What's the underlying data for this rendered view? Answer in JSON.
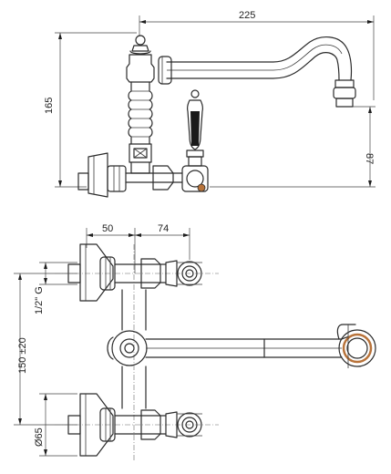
{
  "dimensions": {
    "spout_reach": "225",
    "total_height": "165",
    "spout_height": "87",
    "inlet_offset_left": "50",
    "inlet_offset_right": "74",
    "thread": "1/2\" G",
    "center_distance": "150 ±20",
    "diameter": "Ø65"
  },
  "colors": {
    "line": "#2b2b2b",
    "copper_accent": "#b8733a",
    "background": "#ffffff"
  }
}
